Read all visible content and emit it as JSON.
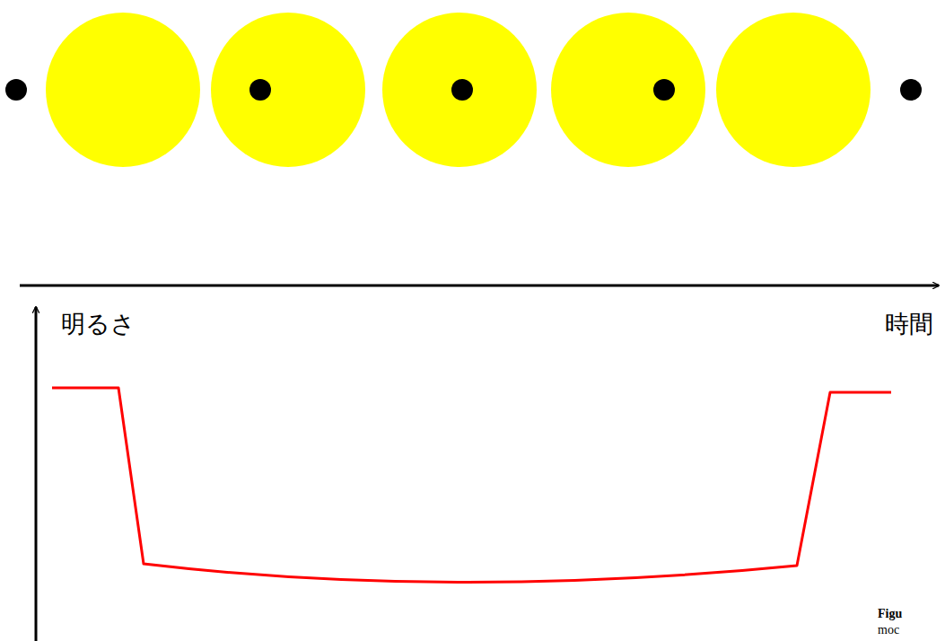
{
  "diagram": {
    "labels": [
      "明るさ",
      "時間",
      "Figu",
      "moc"
    ]
  }
}
